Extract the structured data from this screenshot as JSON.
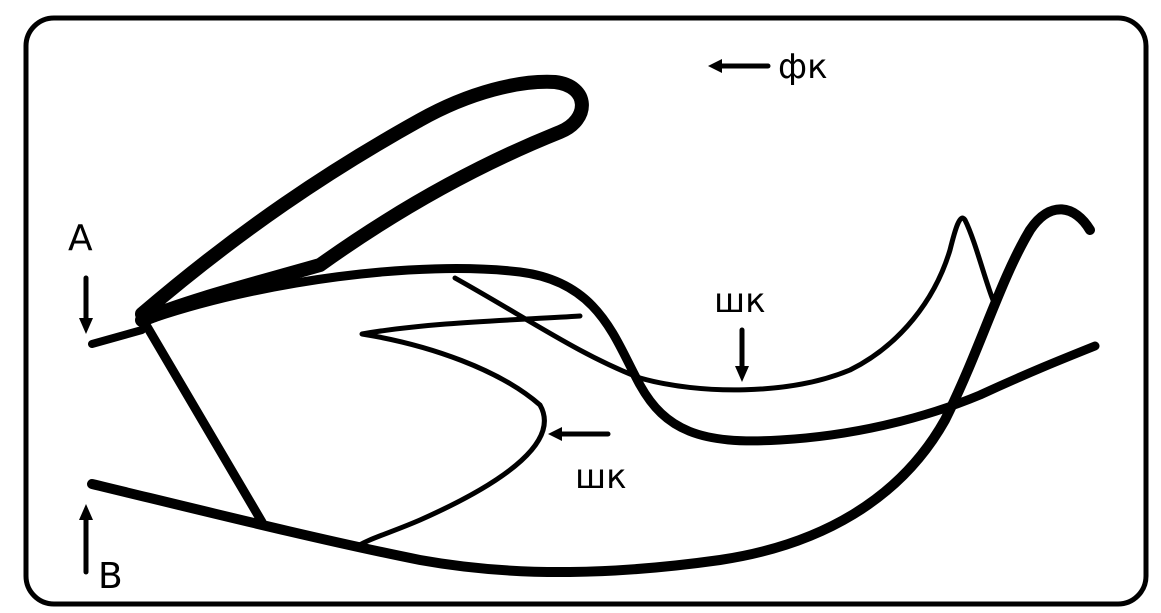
{
  "labels": {
    "a": "A",
    "b": "B",
    "fk": "фк",
    "shk_upper": "шк",
    "shk_lower": "шк"
  },
  "colors": {
    "ink": "#000000",
    "background": "#ffffff"
  }
}
